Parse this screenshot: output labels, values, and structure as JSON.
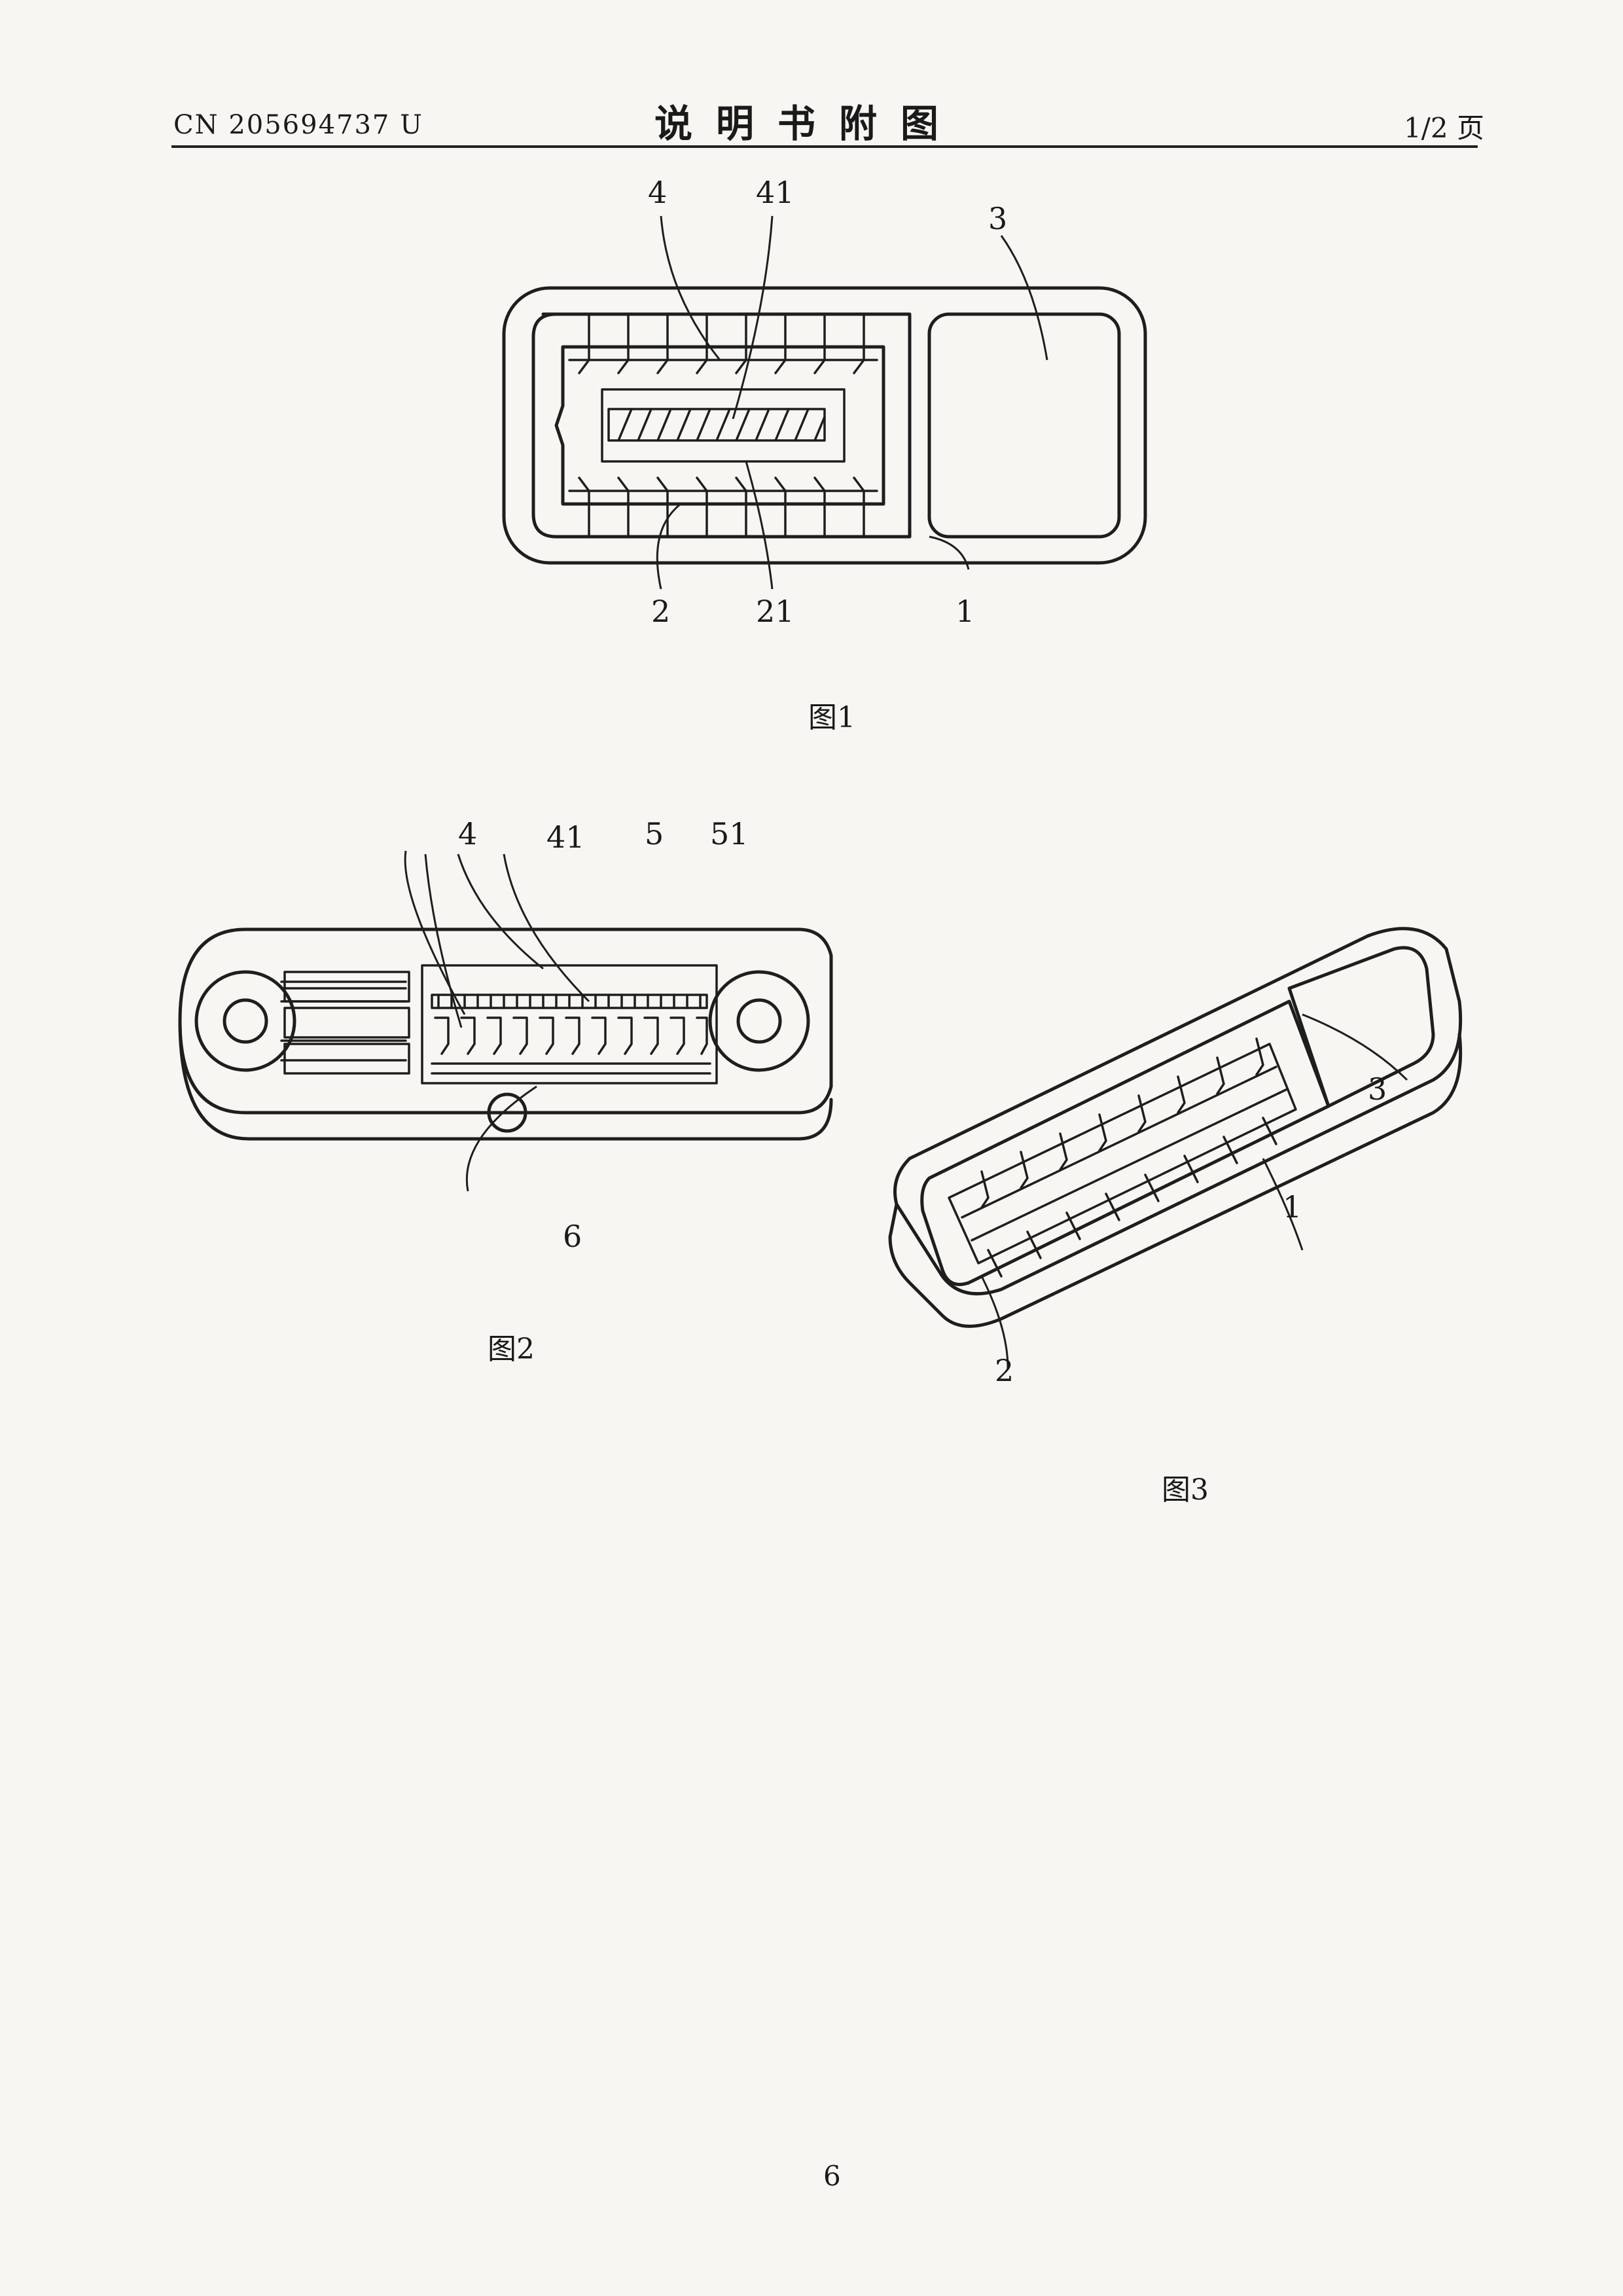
{
  "header": {
    "publication_number": "CN 205694737 U",
    "title": "说明书附图",
    "page_count": "1/2 页"
  },
  "figures": [
    {
      "id": "fig1",
      "caption": "图1",
      "labels": [
        "4",
        "41",
        "3",
        "2",
        "21",
        "1"
      ]
    },
    {
      "id": "fig2",
      "caption": "图2",
      "labels": [
        "4",
        "41",
        "5",
        "51",
        "6"
      ]
    },
    {
      "id": "fig3",
      "caption": "图3",
      "labels": [
        "3",
        "1",
        "2"
      ]
    }
  ],
  "footer": {
    "page_number": "6"
  }
}
